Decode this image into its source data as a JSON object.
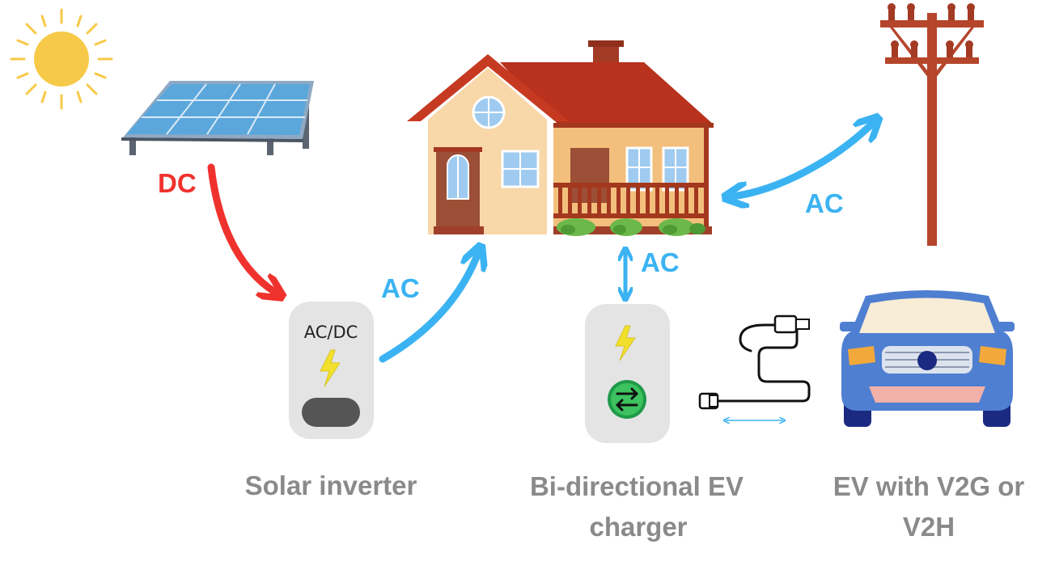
{
  "flows": {
    "panel_to_inverter": "DC",
    "inverter_to_house": "AC",
    "house_to_charger": "AC",
    "house_to_grid": "AC"
  },
  "devices": {
    "inverter_label": "AC/DC"
  },
  "captions": {
    "inverter": "Solar inverter",
    "charger_line1": "Bi-directional EV",
    "charger_line2": "charger",
    "ev_line1": "EV with V2G or",
    "ev_line2": "V2H"
  },
  "colors": {
    "dc_arrow": "#f0322e",
    "ac_arrow": "#3bb3f2",
    "caption_text": "#8a8a8a",
    "roof": "#b8321e",
    "house_wall": "#f8d7a8",
    "sun": "#f7c948",
    "car_body": "#4f7fd1",
    "device_body": "#e4e4e4"
  }
}
